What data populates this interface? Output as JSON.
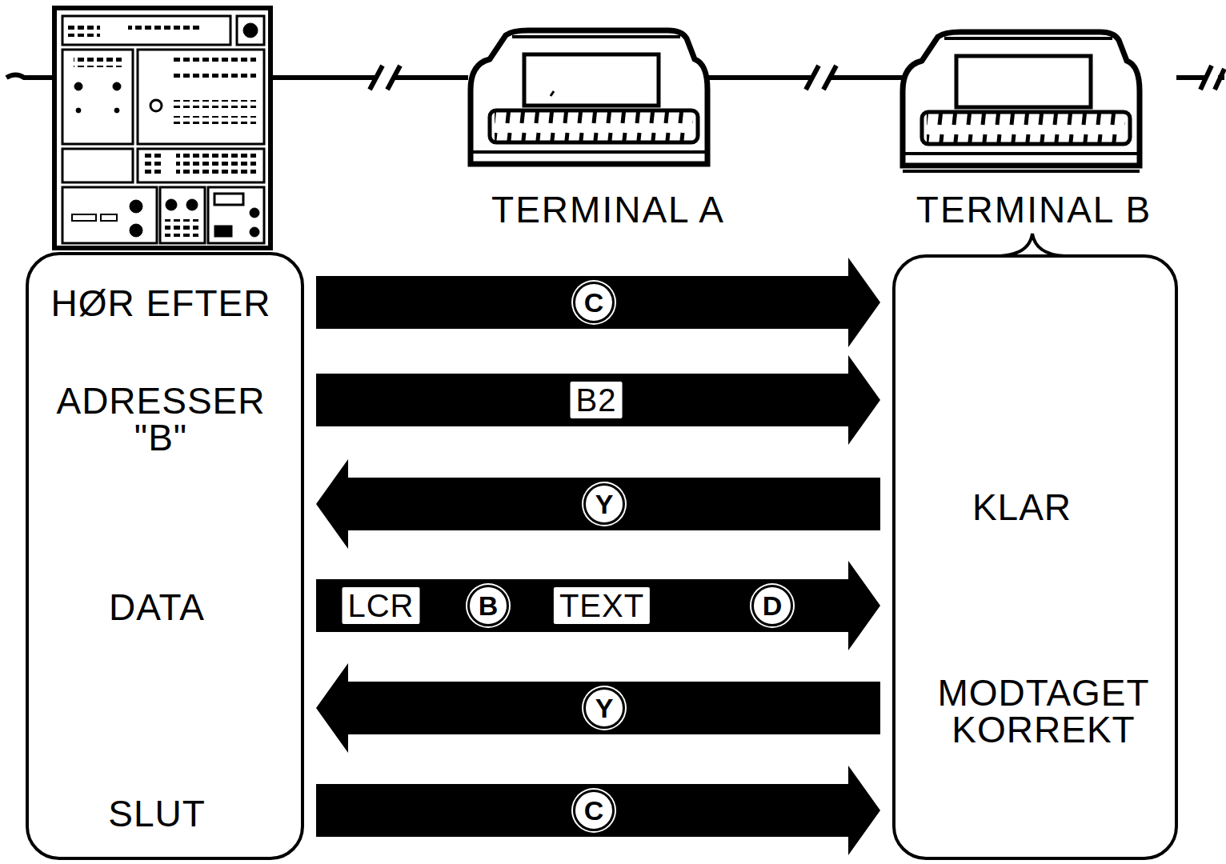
{
  "diagram": {
    "nodes": [
      {
        "text": [
          "HØR EFTER",
          "ADRESSER \"B\"",
          "DATA",
          "SLUT"
        ]
      },
      {
        "text": [
          "KLAR",
          "MODTAGET KORREKT"
        ]
      }
    ],
    "edges": [
      {
        "from": 0,
        "to": 1,
        "label": "C",
        "arrow": "to"
      },
      {
        "from": 0,
        "to": 1,
        "label": "B2",
        "arrow": "to"
      },
      {
        "from": 1,
        "to": 0,
        "label": "Y",
        "arrow": "to"
      },
      {
        "from": 0,
        "to": 1,
        "arrow": "to"
      },
      {
        "from": 1,
        "to": 0,
        "label": "Y",
        "arrow": "to"
      },
      {
        "from": 0,
        "to": 1,
        "label": "C",
        "arrow": "to"
      }
    ],
    "labels": [
      "TERMINAL A",
      "TERMINAL B",
      "LCR",
      "B",
      "TEXT",
      "D"
    ]
  }
}
